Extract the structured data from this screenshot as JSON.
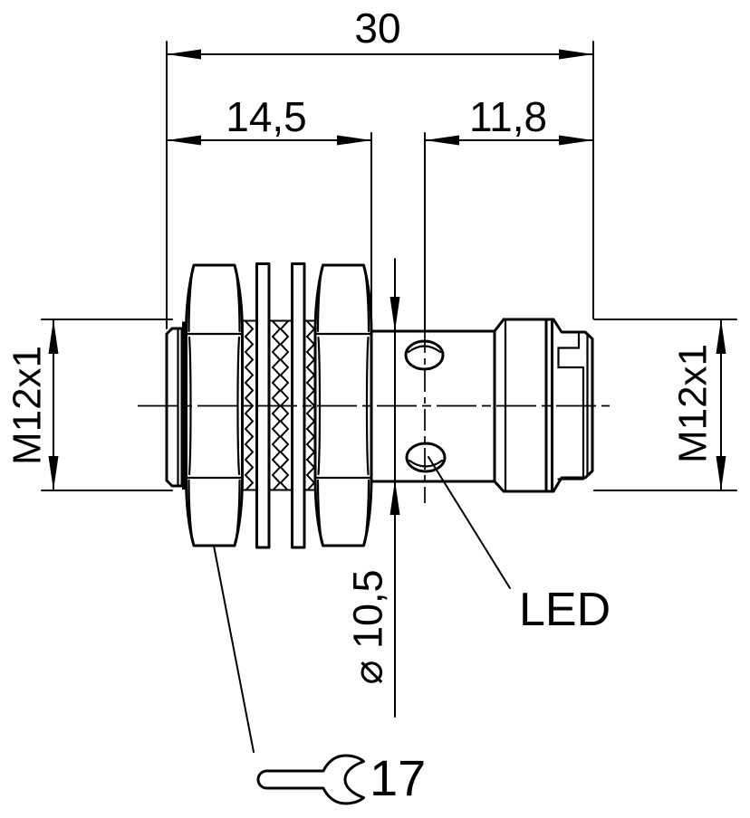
{
  "drawing": {
    "background": "#ffffff",
    "line_color": "#000000",
    "dimensions": {
      "overall_length": "30",
      "thread_section_length": "14,5",
      "connector_section_length": "11,8",
      "thread_left": "M12x1",
      "thread_right": "M12x1",
      "body_diameter": "⌀ 10,5",
      "wrench_size": "17"
    },
    "annotations": {
      "led_label": "LED"
    }
  }
}
